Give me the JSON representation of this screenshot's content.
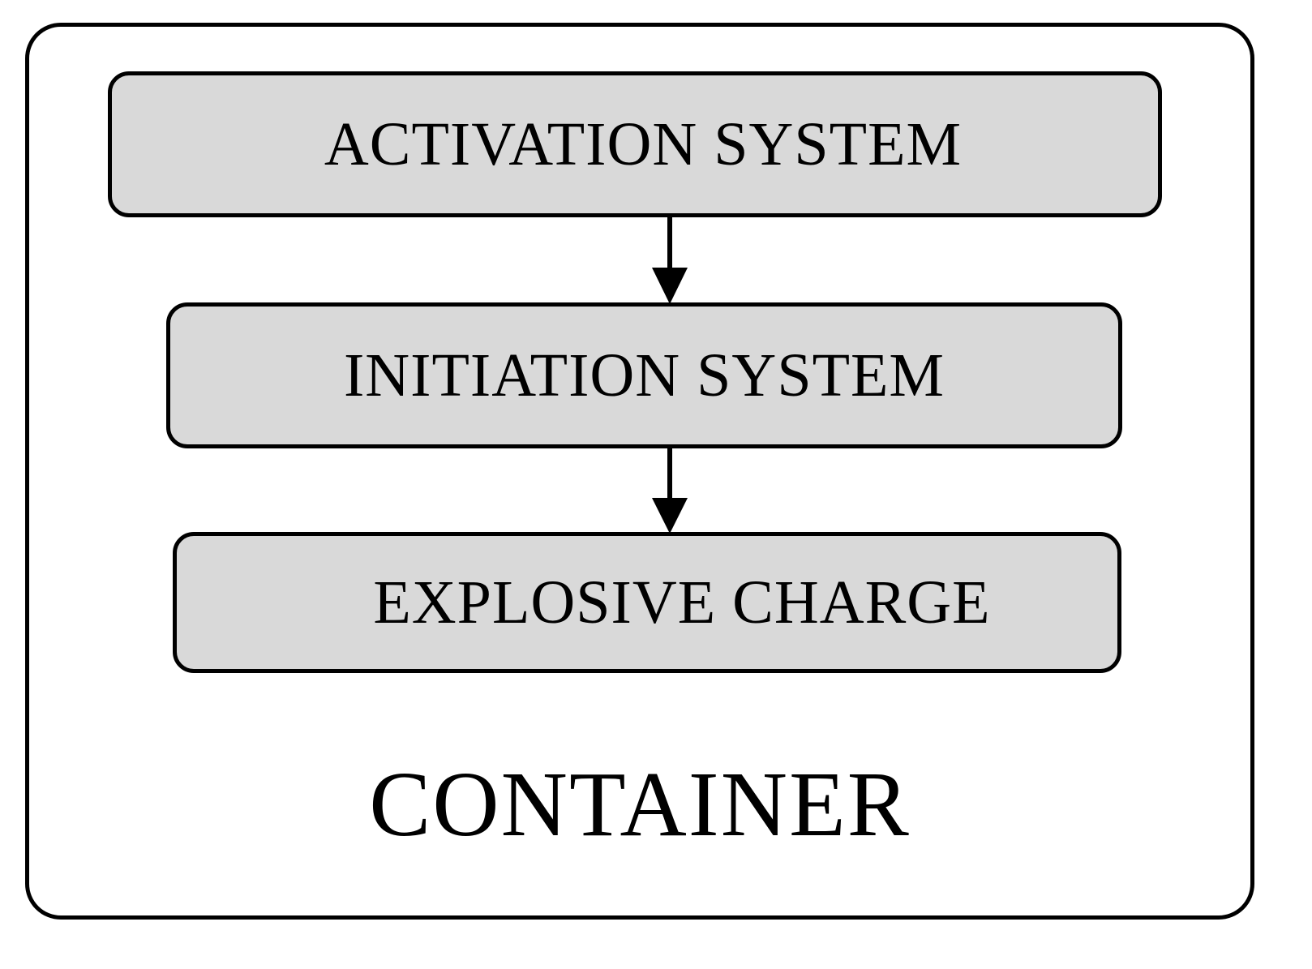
{
  "colors": {
    "block_fill": "#d9d9d9",
    "stroke": "#000000",
    "background": "#ffffff"
  },
  "container": {
    "label": "CONTAINER"
  },
  "blocks": [
    {
      "label": "ACTIVATION SYSTEM"
    },
    {
      "label": "INITIATION SYSTEM"
    },
    {
      "label": "EXPLOSIVE CHARGE"
    }
  ]
}
